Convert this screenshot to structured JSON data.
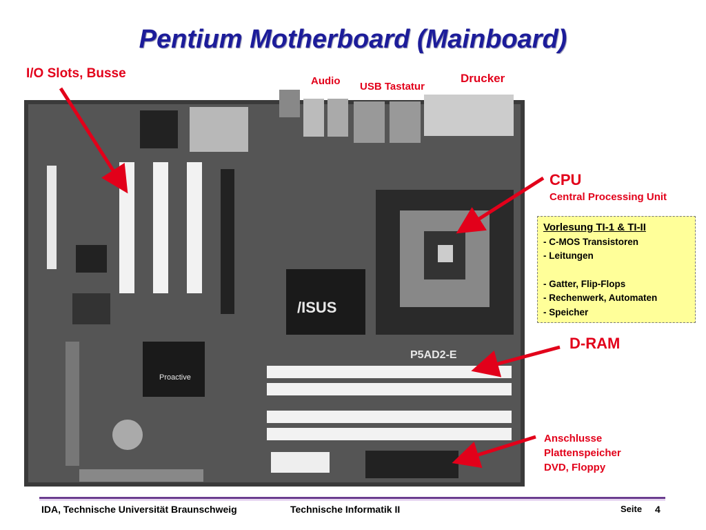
{
  "slide": {
    "title": "Pentium  Motherboard (Mainboard)",
    "page_label": "Seite",
    "page_number": "4"
  },
  "labels": {
    "io_slots": "I/O Slots, Busse",
    "audio": "Audio",
    "usb_tastatur": "USB  Tastatur",
    "drucker": "Drucker",
    "cpu": "CPU",
    "cpu_sub": "Central Processing Unit",
    "dram": "D-RAM",
    "anschlusse": [
      "Anschlusse",
      "Plattenspeicher",
      "DVD, Floppy"
    ]
  },
  "note_box": {
    "heading": "Vorlesung TI-1 & TI-II",
    "items": [
      "- C-MOS Transistoren",
      "- Leitungen",
      "",
      "- Gatter, Flip-Flops",
      "- Rechenwerk, Automaten",
      "- Speicher"
    ]
  },
  "board_marks": {
    "chip_logo": "/ISUS",
    "model": "P5AD2-E",
    "proactive": "Proactive"
  },
  "footer": {
    "left": "IDA, Technische Universität Braunschweig",
    "center": "Technische Informatik II"
  },
  "colors": {
    "title": "#1c1c9a",
    "labels": "#e2001a",
    "note_bg": "#ffff99",
    "footer_line": "#6a3b8f"
  }
}
